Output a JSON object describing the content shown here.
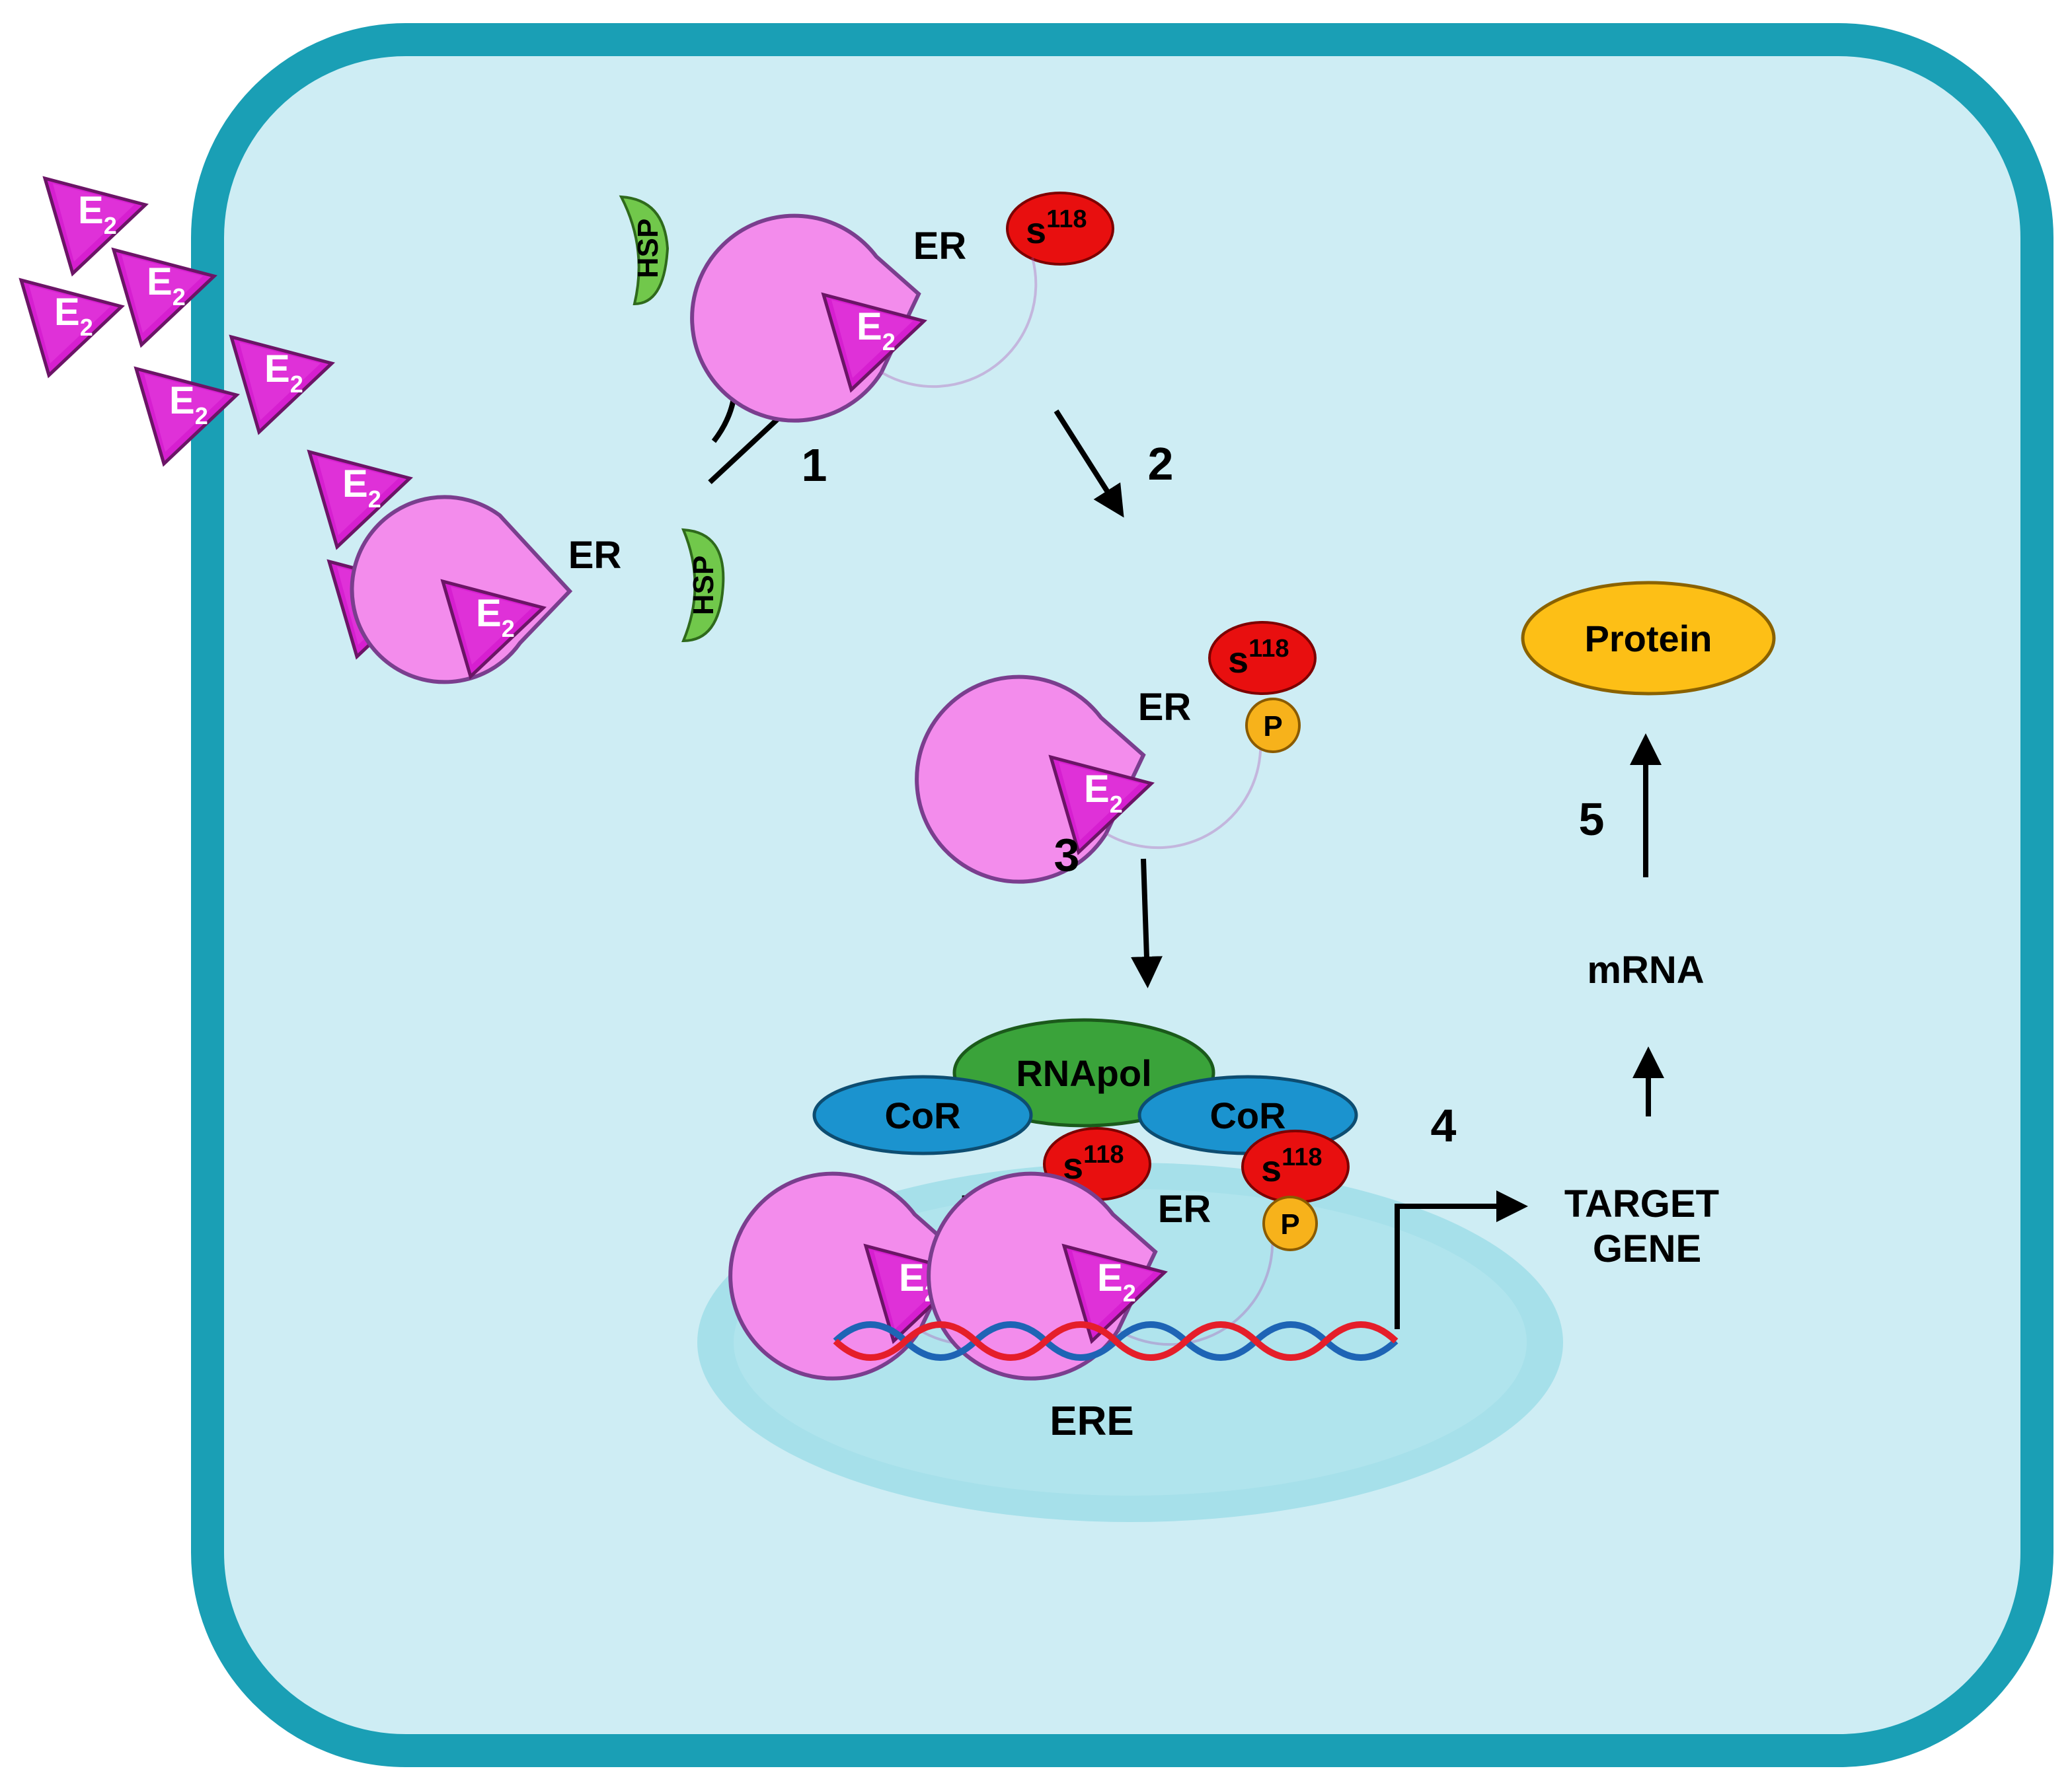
{
  "colors": {
    "cell_fill": "#ceedf4",
    "cell_border": "#1a9fb5",
    "nucleus_fill": "#a6e0ea",
    "nucleus_inner": "#b0e4ed",
    "er_fill": "#f38cec",
    "er_stroke": "#7a3e8e",
    "e2_fill": "#d61fd0",
    "s118_fill": "#e80f0f",
    "p_fill": "#f7b21b",
    "hsp_fill": "#71c84b",
    "rnapol_fill": "#3aa33a",
    "cor_fill": "#1b93cf",
    "protein_fill": "#fdbf16",
    "dna_red": "#e51e2a",
    "dna_blue": "#1e64b5"
  },
  "labels": {
    "e2_base": "E",
    "e2_sub": "2",
    "er": "ER",
    "hsp": "HSP",
    "s118_base": "s",
    "s118_sup": "118",
    "p": "P",
    "rnapol": "RNApol",
    "cor": "CoR",
    "ere": "ERE",
    "target_line1": "TARGET",
    "target_line2": "GENE",
    "mrna": "mRNA",
    "protein": "Protein"
  },
  "steps": {
    "s1": "1",
    "s2": "2",
    "s3": "3",
    "s4": "4",
    "s5": "5"
  }
}
